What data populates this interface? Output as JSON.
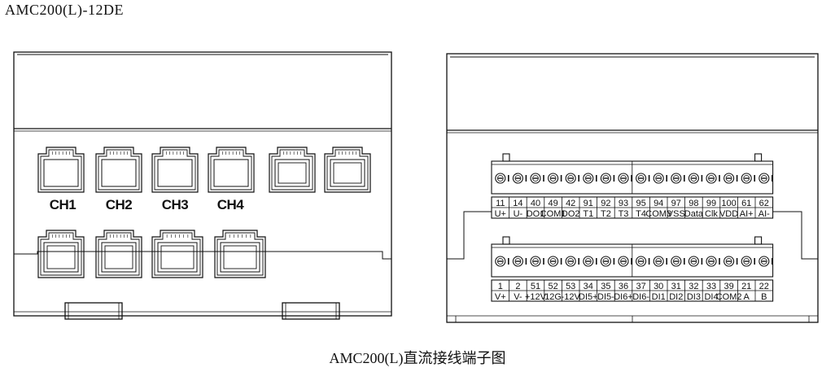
{
  "title": "AMC200(L)-12DE",
  "caption": "AMC200(L)直流接线端子图",
  "front_panel": {
    "channel_labels": [
      "CH1",
      "CH2",
      "CH3",
      "CH4"
    ]
  },
  "terminal_block_upper": {
    "numbers": [
      "11",
      "14",
      "40",
      "49",
      "42",
      "91",
      "92",
      "93",
      "95",
      "94",
      "97",
      "98",
      "99",
      "100",
      "61",
      "62"
    ],
    "names": [
      "U+",
      "U-",
      "DO1",
      "COM1",
      "DO2",
      "T1",
      "T2",
      "T3",
      "T4",
      "COM3",
      "VSS",
      "Data",
      "Clk",
      "VDD",
      "AI+",
      "AI-"
    ]
  },
  "terminal_block_lower": {
    "numbers": [
      "1",
      "2",
      "51",
      "52",
      "53",
      "34",
      "35",
      "36",
      "37",
      "30",
      "31",
      "32",
      "33",
      "39",
      "21",
      "22"
    ],
    "names": [
      "V+",
      "V-",
      "+12V",
      "12G",
      "-12V",
      "DI5+",
      "DI5-",
      "DI6+",
      "DI6-",
      "DI1",
      "DI2",
      "DI3",
      "DI4",
      "COM2",
      "A",
      "B"
    ]
  }
}
